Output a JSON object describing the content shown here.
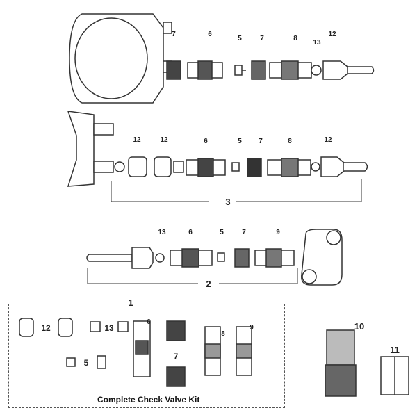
{
  "assembly_top": {
    "labels": [
      "7",
      "6",
      "5",
      "7",
      "8",
      "13",
      "12"
    ]
  },
  "assembly_middle": {
    "labels": [
      "12",
      "12",
      "6",
      "5",
      "7",
      "8",
      "12"
    ],
    "group_label": "3"
  },
  "assembly_lower": {
    "labels": [
      "13",
      "6",
      "5",
      "7",
      "9"
    ],
    "group_label": "2"
  },
  "kit": {
    "group_label": "1",
    "title": "Complete Check Valve Kit",
    "labels": {
      "p12": "12",
      "p13": "13",
      "p6": "6",
      "p5": "5",
      "p7": "7",
      "p8": "8",
      "p9": "9"
    }
  },
  "loose_parts": {
    "p10": "10",
    "p11": "11"
  }
}
